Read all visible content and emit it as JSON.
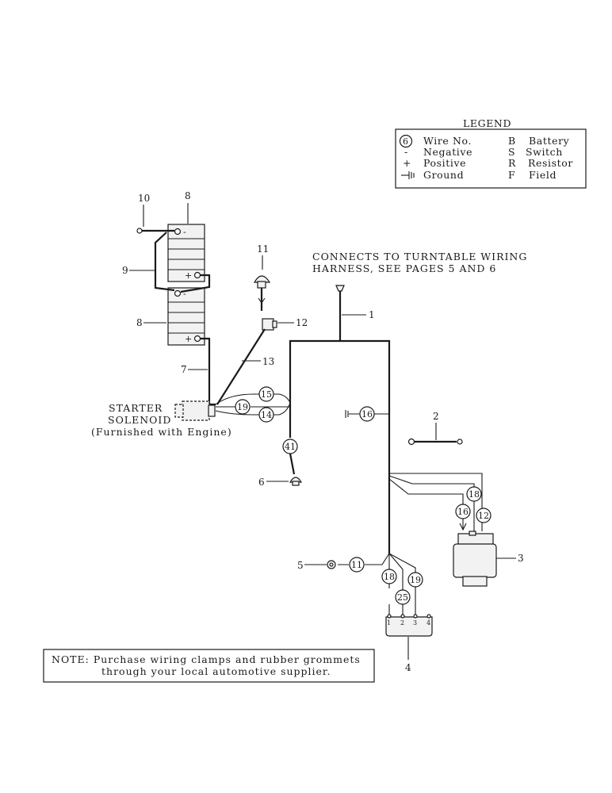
{
  "legend": {
    "title": "LEGEND",
    "rows": [
      {
        "sym": "6",
        "left": "Wire No.",
        "code": "B",
        "right": "Battery"
      },
      {
        "sym": "-",
        "left": "Negative",
        "code": "S",
        "right": "Switch"
      },
      {
        "sym": "+",
        "left": "Positive",
        "code": "R",
        "right": "Resistor"
      },
      {
        "sym": "⊣⊩",
        "left": "Ground",
        "code": "F",
        "right": "Field"
      }
    ]
  },
  "captions": {
    "turntable_1": "CONNECTS TO TURNTABLE WIRING",
    "turntable_2": "HARNESS, SEE PAGES 5 AND 6",
    "starter_1": "STARTER",
    "starter_2": "SOLENOID",
    "starter_3": "(Furnished with Engine)",
    "note_1": "NOTE:  Purchase wiring clamps and rubber grommets",
    "note_2": "through your local automotive supplier."
  },
  "part_numbers": {
    "p1": "1",
    "p2": "2",
    "p3": "3",
    "p4": "4",
    "p5": "5",
    "p6": "6",
    "p7": "7",
    "p8a": "8",
    "p8b": "8",
    "p9": "9",
    "p10": "10",
    "p11": "11",
    "p12": "12",
    "p13": "13"
  },
  "wire_numbers": {
    "w15": "15",
    "w19a": "19",
    "w14": "14",
    "w41": "41",
    "w16a": "16",
    "w16b": "16",
    "w18a": "18",
    "w12": "12",
    "w11": "11",
    "w18b": "18",
    "w25": "25",
    "w19b": "19"
  },
  "battery_terminals": {
    "neg": "-",
    "pos": "+"
  },
  "terminal_labels": {
    "t1": "1",
    "t2": "2",
    "t3": "3",
    "t4": "4"
  }
}
